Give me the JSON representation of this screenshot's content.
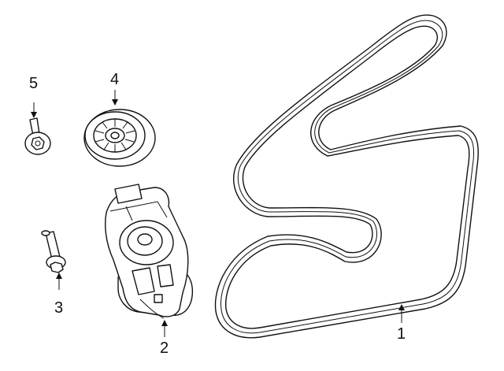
{
  "diagram": {
    "callouts": {
      "belt": "1",
      "tensioner": "2",
      "tensioner_bolt": "3",
      "idler_pulley": "4",
      "pulley_bolt": "5"
    }
  }
}
